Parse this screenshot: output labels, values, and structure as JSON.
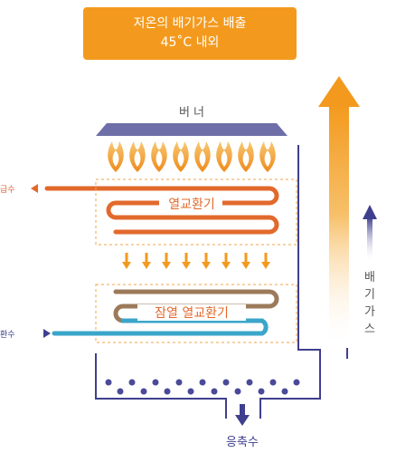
{
  "banner": {
    "line1": "저온의 배기가스 배출",
    "line2": "45˚C 내외"
  },
  "labels": {
    "burner": "버 너",
    "hot_water_out": "급수",
    "return_water_in": "환수",
    "heat_exchanger": "열교환기",
    "latent_heat_exchanger": "잠열 열교환기",
    "exhaust_gas": "배기가스",
    "condensate": "응축수"
  },
  "colors": {
    "orange": "#f39a1e",
    "navy": "#3f3f8f",
    "hot_pipe": "#e2692c",
    "cool_pipe": "#3aa6c9",
    "brown_pipe": "#9c7a5a",
    "burner_gray": "#6e6ea8",
    "dot_color": "#4a4a99"
  },
  "icons": {
    "flame": "flame-icon",
    "down_arrow": "down-arrow-icon",
    "exhaust_arrow": "exhaust-up-arrow-icon"
  }
}
